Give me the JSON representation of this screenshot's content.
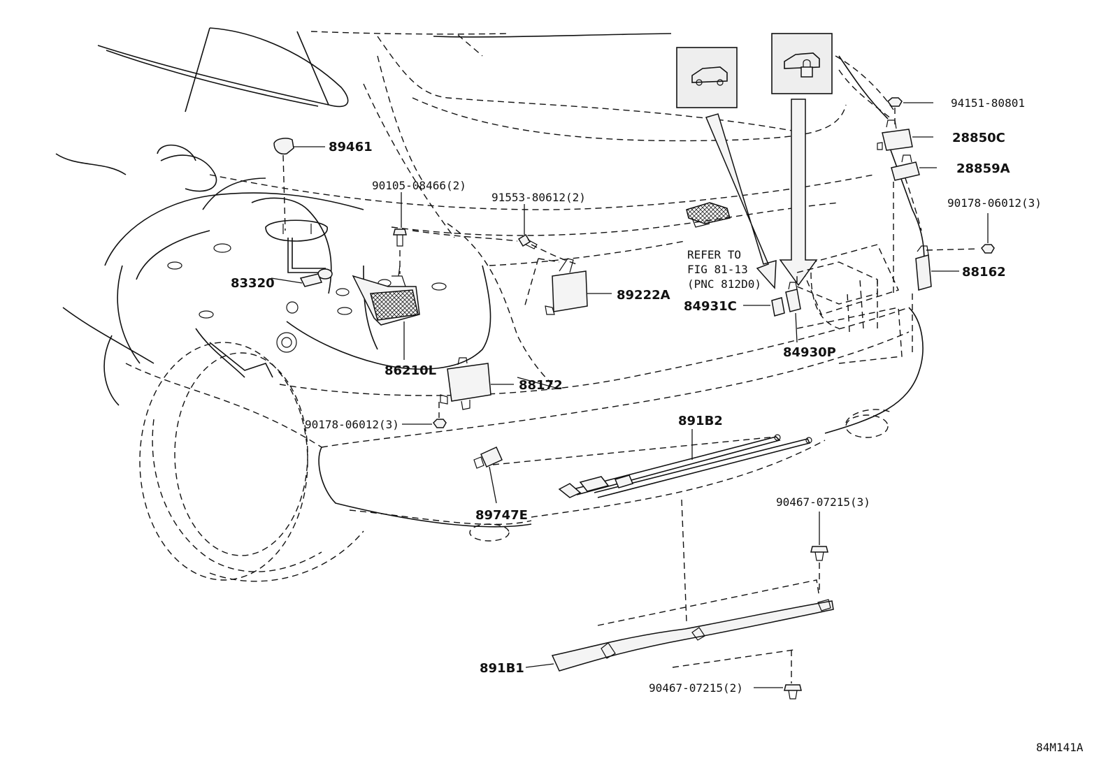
{
  "diagram": {
    "labels": {
      "p89461": "89461",
      "p90105": "90105-08466(2)",
      "p91553": "91553-80612(2)",
      "p83320": "83320",
      "p86210L": "86210L",
      "p89222A": "89222A",
      "p88172": "88172",
      "p90178a": "90178-06012(3)",
      "p90178b": "90178-06012(3)",
      "p891B2": "891B2",
      "p89747E": "89747E",
      "p84931C": "84931C",
      "p84930P": "84930P",
      "p94151": "94151-80801",
      "p28850C": "28850C",
      "p28859A": "28859A",
      "p88162": "88162",
      "p90467a": "90467-07215(3)",
      "p90467b": "90467-07215(2)",
      "p891B1": "891B1"
    },
    "refer": {
      "line1": "REFER TO",
      "line2": "FIG 81-13",
      "line3": "(PNC 812D0)"
    },
    "figure_code": "84M141A",
    "icons": [
      "suv-icon",
      "suv-lock-icon"
    ]
  }
}
